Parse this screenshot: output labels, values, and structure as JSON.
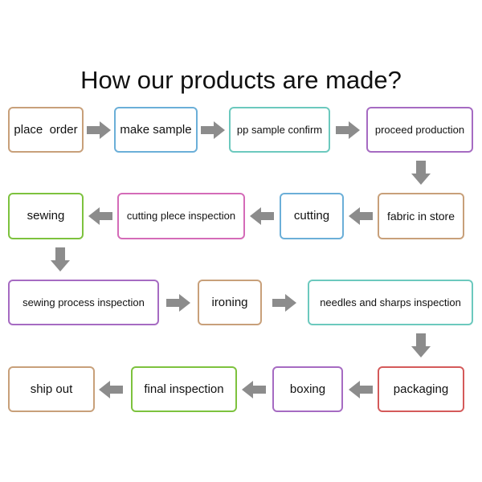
{
  "title": "How our products are made?",
  "steps": [
    {
      "label": "place  order",
      "color": "#C8A07A"
    },
    {
      "label": "make sample",
      "color": "#6BAFD8"
    },
    {
      "label": "pp sample confirm",
      "color": "#6CC9BE"
    },
    {
      "label": "proceed production",
      "color": "#A66BC2"
    },
    {
      "label": "fabric in store",
      "color": "#C8A07A"
    },
    {
      "label": "cutting",
      "color": "#6BAFD8"
    },
    {
      "label": "cutting plece inspection",
      "color": "#D46BB8"
    },
    {
      "label": "sewing",
      "color": "#7DC23E"
    },
    {
      "label": "sewing process inspection",
      "color": "#A66BC2"
    },
    {
      "label": "ironing",
      "color": "#C8A07A"
    },
    {
      "label": "needles and sharps inspection",
      "color": "#6CC9BE"
    },
    {
      "label": "packaging",
      "color": "#D45A5A"
    },
    {
      "label": "boxing",
      "color": "#A66BC2"
    },
    {
      "label": "final inspection",
      "color": "#7DC23E"
    },
    {
      "label": "ship out",
      "color": "#C8A07A"
    }
  ],
  "arrow_color": "#8C8C8C"
}
